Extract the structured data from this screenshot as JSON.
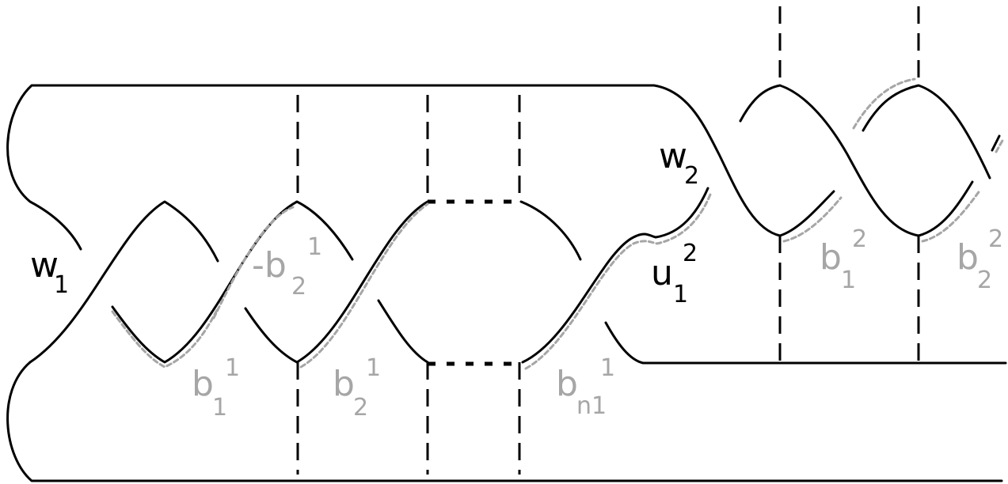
{
  "colors": {
    "ink": "#000000",
    "annotation": "#a6a6a6",
    "background": "#ffffff"
  },
  "labels": {
    "w1": {
      "main": "w",
      "sub": "1"
    },
    "w2": {
      "main": "w",
      "sub": "2"
    },
    "u12": {
      "main": "u",
      "sub": "1",
      "sup": "2"
    },
    "neg_b21": {
      "main": "-b",
      "sub": "2",
      "sup": "1"
    },
    "b11": {
      "main": "b",
      "sub": "1",
      "sup": "1"
    },
    "b21": {
      "main": "b",
      "sub": "2",
      "sup": "1"
    },
    "bn1": {
      "main": "b",
      "sub": "n1",
      "sup": "1"
    },
    "b12": {
      "main": "b",
      "sub": "1",
      "sup": "2"
    },
    "b22": {
      "main": "b",
      "sub": "2",
      "sup": "2"
    }
  }
}
